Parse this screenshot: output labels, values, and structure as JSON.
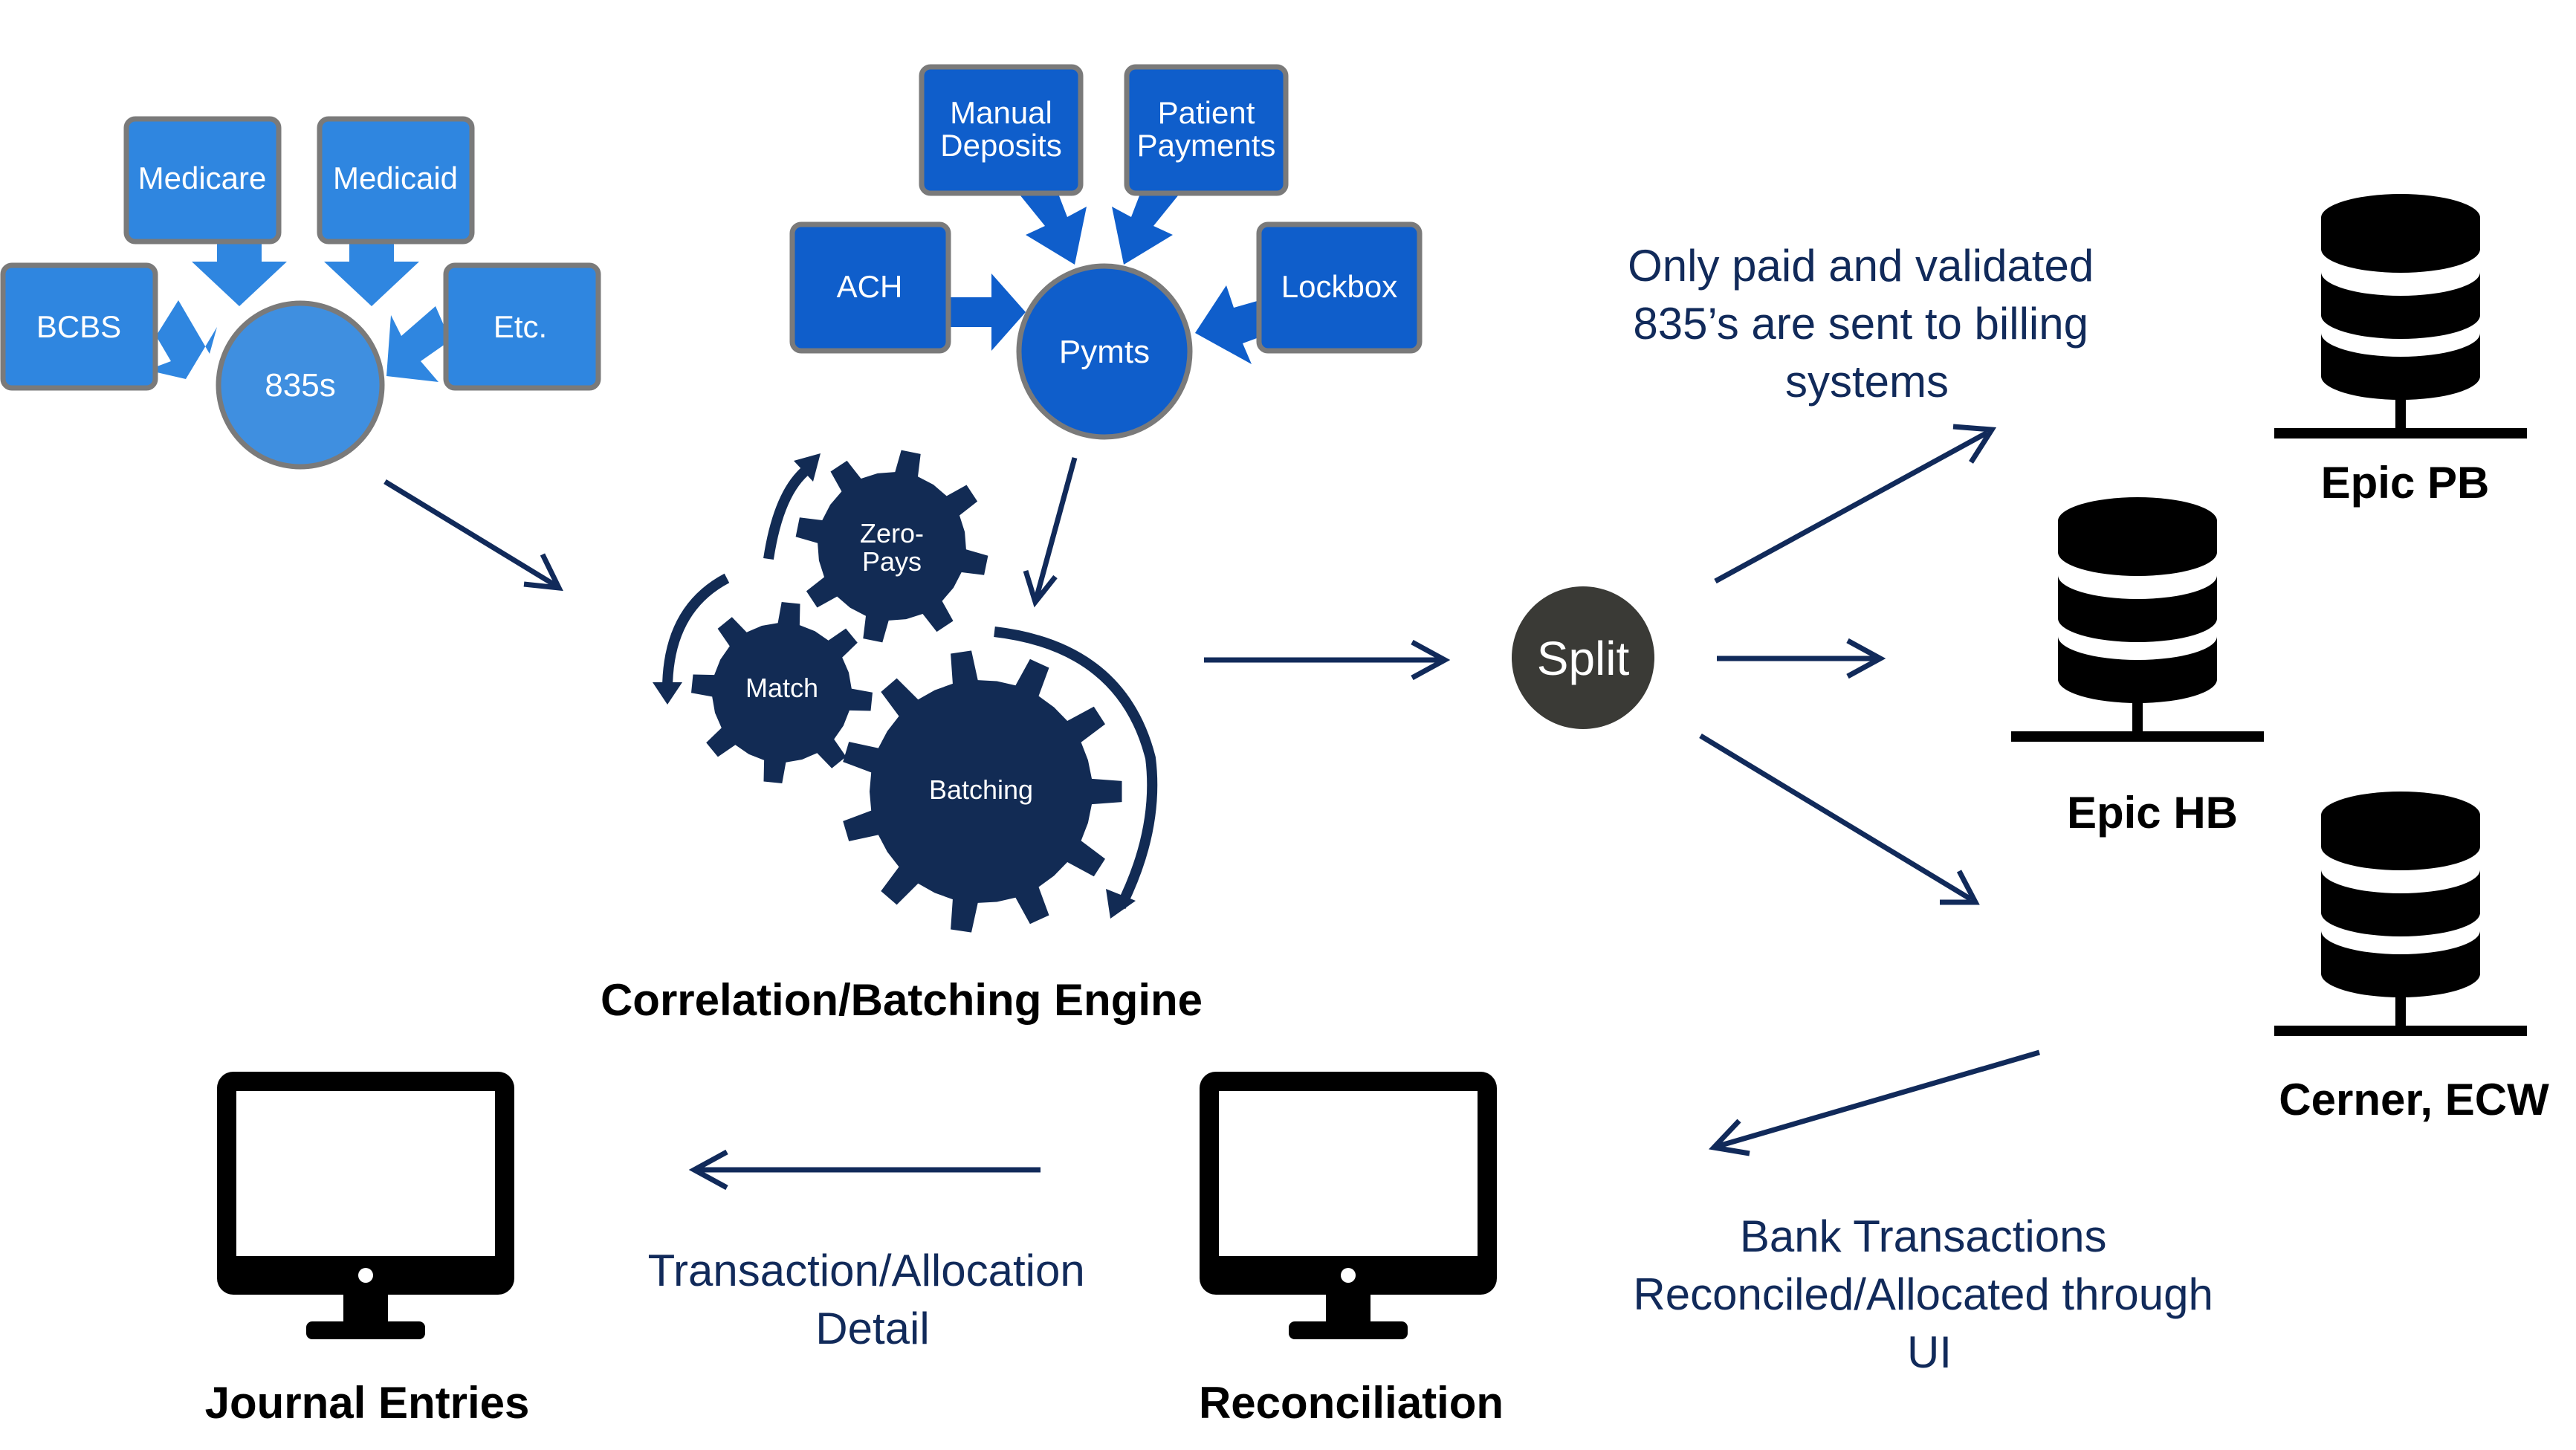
{
  "payers": {
    "hub": "835s",
    "sources": [
      "BCBS",
      "Medicare",
      "Medicaid",
      "Etc."
    ]
  },
  "payments": {
    "hub": "Pymts",
    "sources": [
      "ACH",
      "Manual Deposits",
      "Patient Payments",
      "Lockbox"
    ]
  },
  "engine": {
    "title": "Correlation/Batching Engine",
    "gears": [
      "Zero-Pays",
      "Match",
      "Batching"
    ]
  },
  "split": {
    "label": "Split"
  },
  "billing_note": "Only paid and validated 835’s are sent to billing systems",
  "systems": [
    "Epic PB",
    "Epic HB",
    "Cerner, ECW"
  ],
  "bank_note": "Bank Transactions Reconciled/Allocated through UI",
  "reconciliation": {
    "label": "Reconciliation"
  },
  "detail_note": "Transaction/Allocation Detail",
  "journal": {
    "label": "Journal Entries"
  },
  "colors": {
    "light_blue": "#2f86e0",
    "dark_blue": "#0f5ecb",
    "navy": "#112a5a",
    "split_gray": "#3a3a36"
  }
}
